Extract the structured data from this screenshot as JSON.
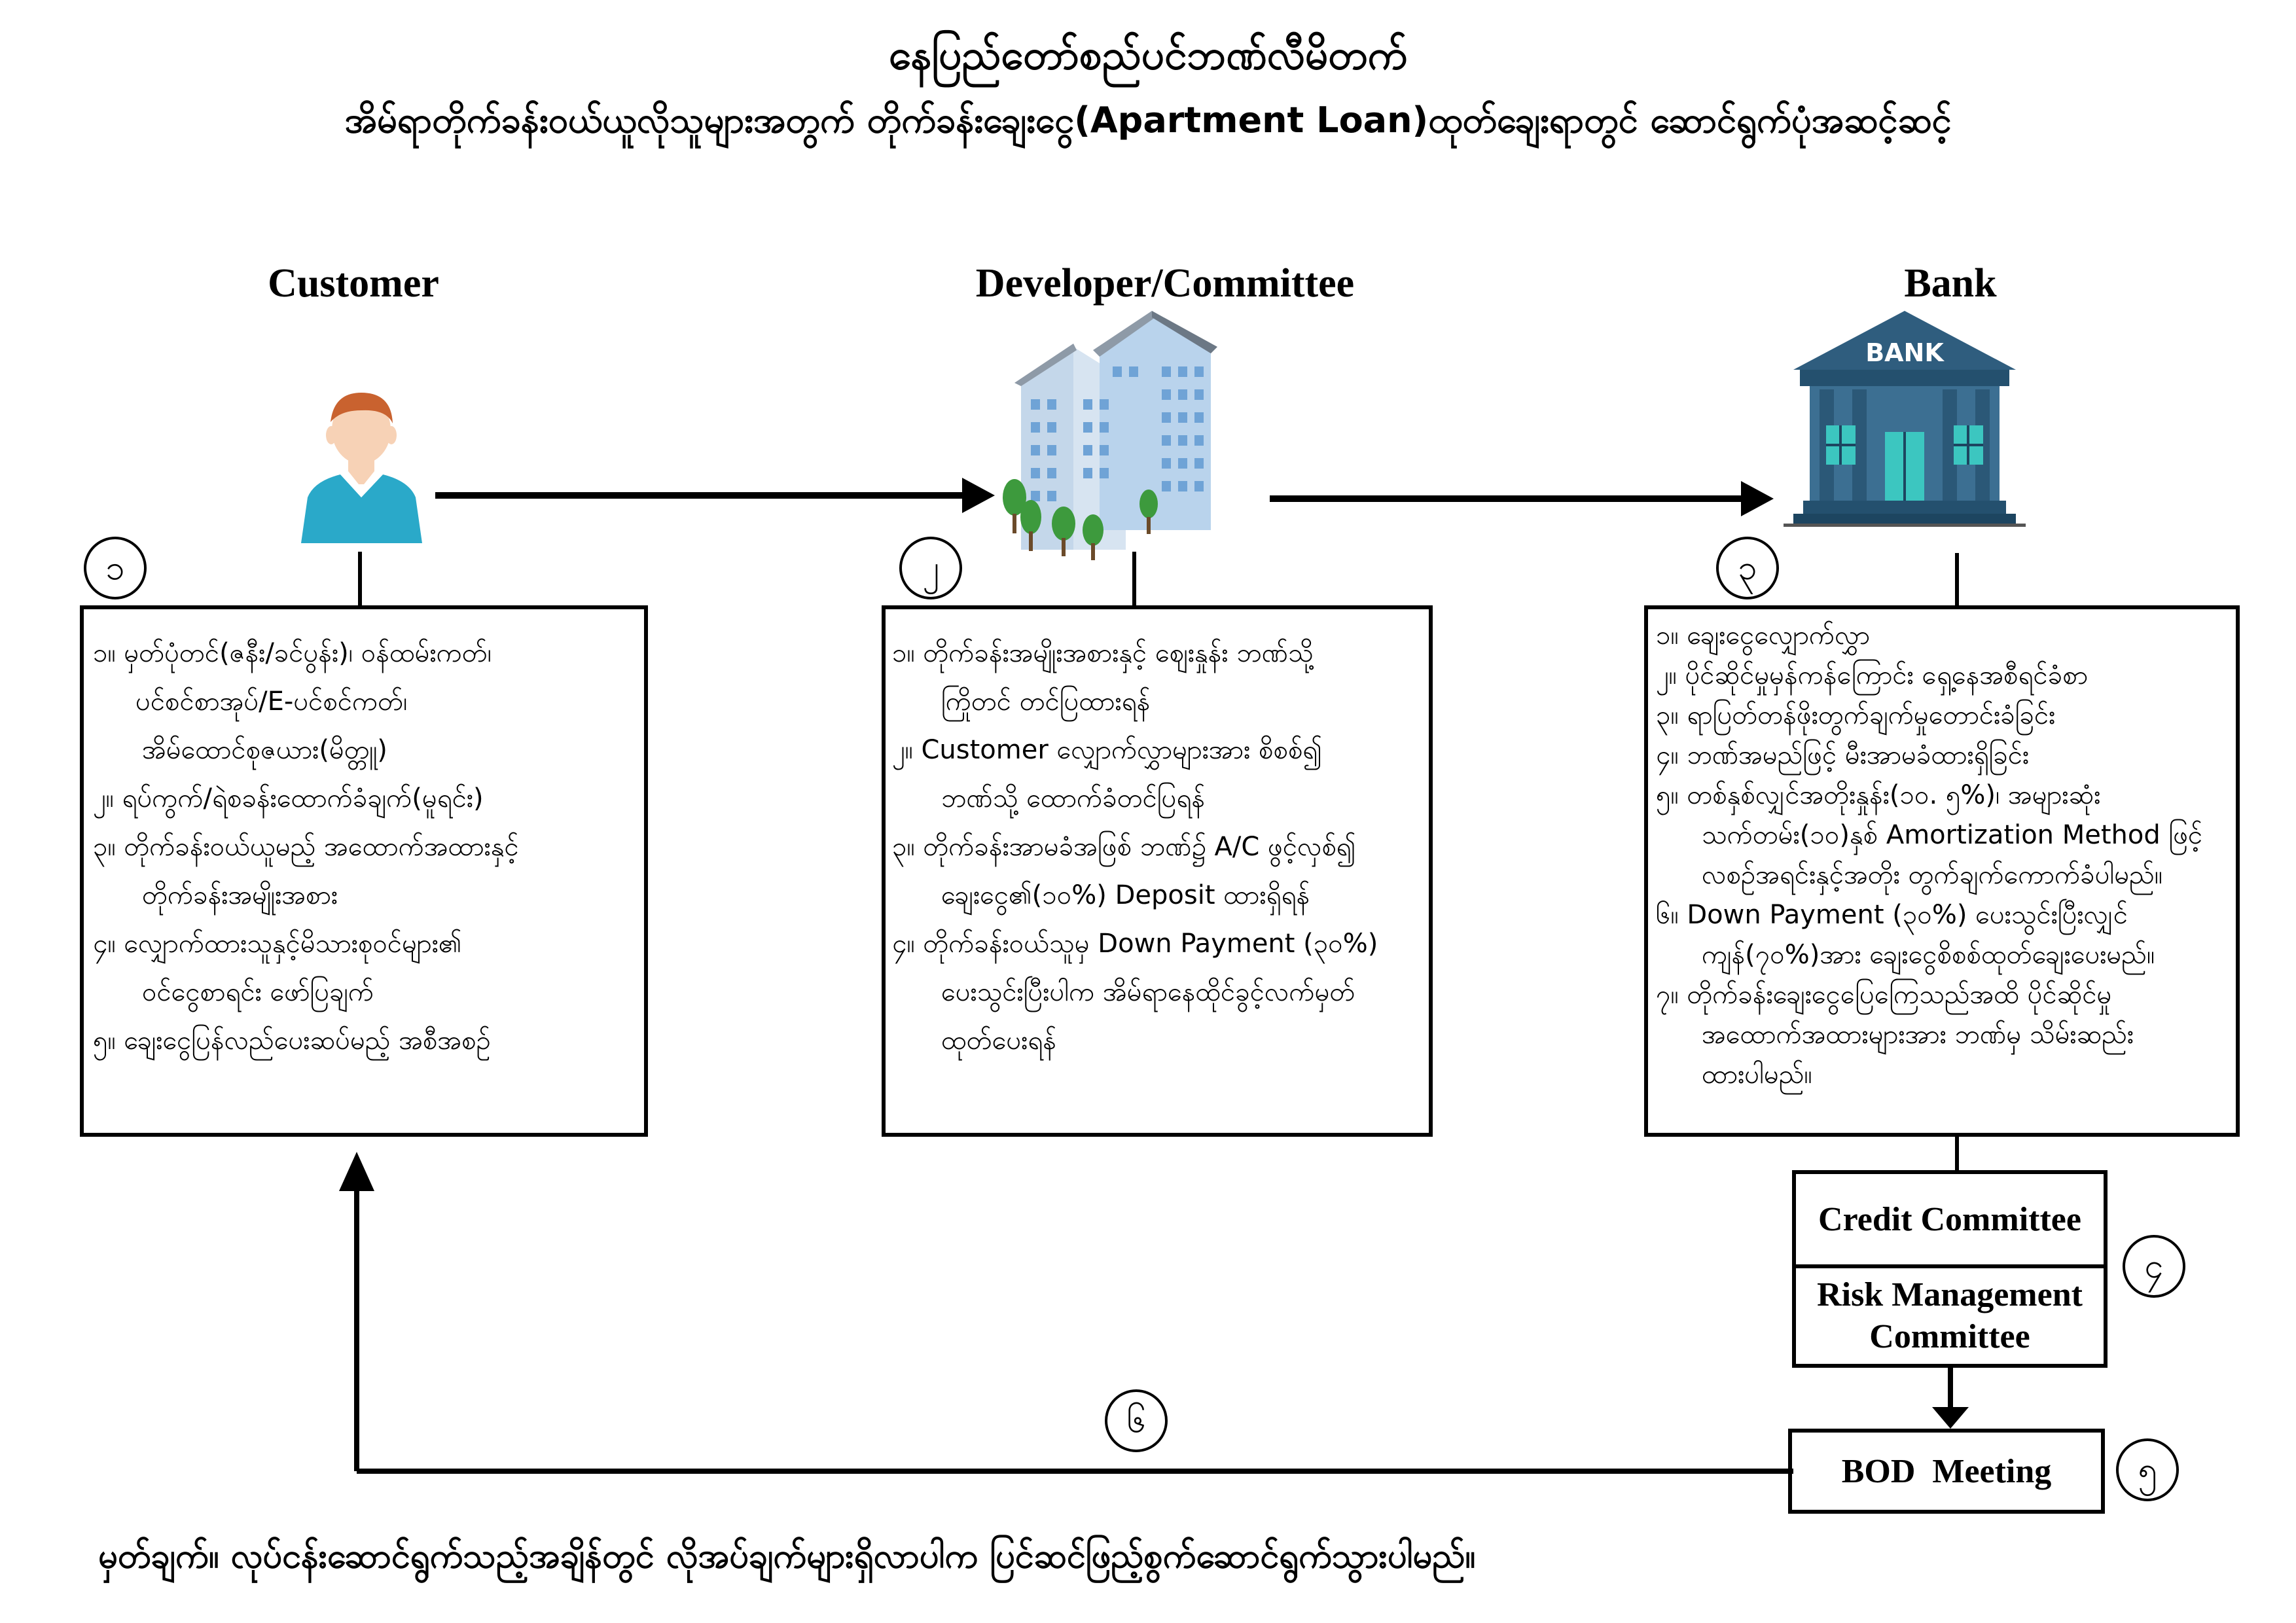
{
  "title": "နေပြည်တော်စည်ပင်ဘဏ်လီမိတက်",
  "subtitle": "အိမ်ရာတိုက်ခန်းဝယ်ယူလိုသူများအတွက် တိုက်ခန်းချေးငွေ(Apartment Loan)ထုတ်ချေးရာတွင် ဆောင်ရွက်ပုံအဆင့်ဆင့်",
  "actors": {
    "customer": "Customer",
    "developer": "Developer/Committee",
    "bank": "Bank",
    "bank_sign": "BANK"
  },
  "steps": {
    "customer": {
      "number": "၁",
      "items": [
        "၁။ မှတ်ပုံတင်(ဇနီး/ခင်ပွန်း)၊ ဝန်ထမ်းကတ်၊",
        "ပင်စင်စာအုပ်/E-ပင်စင်ကတ်၊",
        "အိမ်ထောင်စုဇယား(မိတ္တူ)",
        "၂။ ရပ်ကွက်/ရဲစခန်းထောက်ခံချက်(မူရင်း)",
        "၃။ တိုက်ခန်းဝယ်ယူမည့် အထောက်အထားနှင့်",
        "တိုက်ခန်းအမျိုးအစား",
        "၄။ လျှောက်ထားသူနှင့်မိသားစုဝင်များ၏",
        "ဝင်ငွေစာရင်း ဖော်ပြချက်",
        "၅။ ချေးငွေပြန်လည်ပေးဆပ်မည့် အစီအစဉ်"
      ]
    },
    "developer": {
      "number": "၂",
      "items": [
        "၁။ တိုက်ခန်းအမျိုးအစားနှင့် ဈေးနှုန်း ဘဏ်သို့",
        "ကြိုတင် တင်ပြထားရန်",
        "၂။ Customer လျှောက်လွှာများအား စိစစ်၍",
        "ဘဏ်သို့ ထောက်ခံတင်ပြရန်",
        "၃။ တိုက်ခန်းအာမခံအဖြစ် ဘဏ်၌ A/C ဖွင့်လှစ်၍",
        "ချေးငွေ၏(၁၀%) Deposit ထားရှိရန်",
        "၄။ တိုက်ခန်းဝယ်သူမှ Down Payment (၃၀%)",
        "ပေးသွင်းပြီးပါက အိမ်ရာနေထိုင်ခွင့်လက်မှတ်",
        "ထုတ်ပေးရန်"
      ]
    },
    "bank": {
      "number": "၃",
      "items": [
        "၁။ ချေးငွေလျှောက်လွှာ",
        "၂။ ပိုင်ဆိုင်မှုမှန်ကန်ကြောင်း ရှေ့နေအစီရင်ခံစာ",
        "၃။ ရာပြတ်တန်ဖိုးတွက်ချက်မှုတောင်းခံခြင်း",
        "၄။ ဘဏ်အမည်ဖြင့် မီးအာမခံထားရှိခြင်း",
        "၅။ တစ်နှစ်လျှင်အတိုးနှုန်း(၁၀. ၅%)၊ အများဆုံး",
        "သက်တမ်း(၁၀)နှစ် Amortization Method ဖြင့်",
        "လစဉ်အရင်းနှင့်အတိုး တွက်ချက်ကောက်ခံပါမည်။",
        "၆။ Down Payment (၃၀%) ပေးသွင်းပြီးလျှင်",
        "ကျန်(၇၀%)အား ချေးငွေစိစစ်ထုတ်ချေးပေးမည်။",
        "၇။ တိုက်ခန်းချေးငွေပြေကြေသည်အထိ ပိုင်ဆိုင်မှု",
        "အထောက်အထားများအား ဘဏ်မှ သိမ်းဆည်း",
        "ထားပါမည်။"
      ]
    }
  },
  "committees": {
    "credit": "Credit Committee",
    "risk": "Risk Management Committee",
    "bod": "BOD  Meeting",
    "number_committee": "၄",
    "number_bod": "၅",
    "number_return": "၆"
  },
  "note": "မှတ်ချက်။    လုပ်ငန်းဆောင်ရွက်သည့်အချိန်တွင် လိုအပ်ချက်များရှိလာပါက ပြင်ဆင်ဖြည့်စွက်ဆောင်ရွက်သွားပါမည်။",
  "colors": {
    "shirt": "#2aa9c9",
    "skin": "#f7d2b6",
    "hair": "#c9622f",
    "bank_roof": "#2f5d7e",
    "bank_body": "#3c6f92",
    "bank_window": "#3cc6c0",
    "building": "#b9d3ec",
    "tree": "#3d9a3d"
  }
}
